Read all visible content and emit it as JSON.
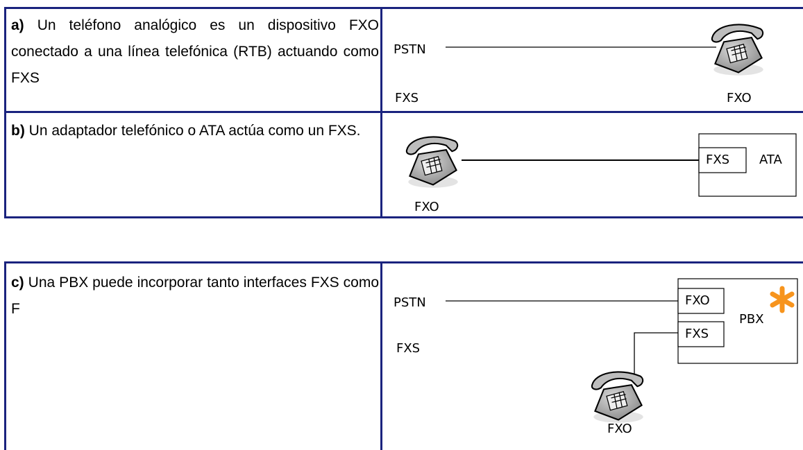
{
  "rows": [
    {
      "letter": "a)",
      "text": " Un teléfono analógico es un dispositivo FXO conectado a una línea telefónica (RTB) actuando como FXS",
      "diagram": {
        "pstn": "PSTN",
        "fxs": "FXS",
        "fxo": "FXO"
      }
    },
    {
      "letter": "b)",
      "text": " Un adaptador telefónico o ATA actúa como un FXS.",
      "diagram": {
        "fxo": "FXO",
        "box_fxs": "FXS",
        "box_ata": "ATA"
      }
    },
    {
      "letter": "c)",
      "text": " Una PBX puede incorporar tanto interfaces FXS como F",
      "diagram": {
        "pstn": "PSTN",
        "fxs": "FXS",
        "fxo": "FXO",
        "port_fxo": "FXO",
        "port_fxs": "FXS",
        "pbx": "PBX"
      }
    }
  ],
  "colors": {
    "border": "#1a237e",
    "asterisk": "#f7941d"
  }
}
